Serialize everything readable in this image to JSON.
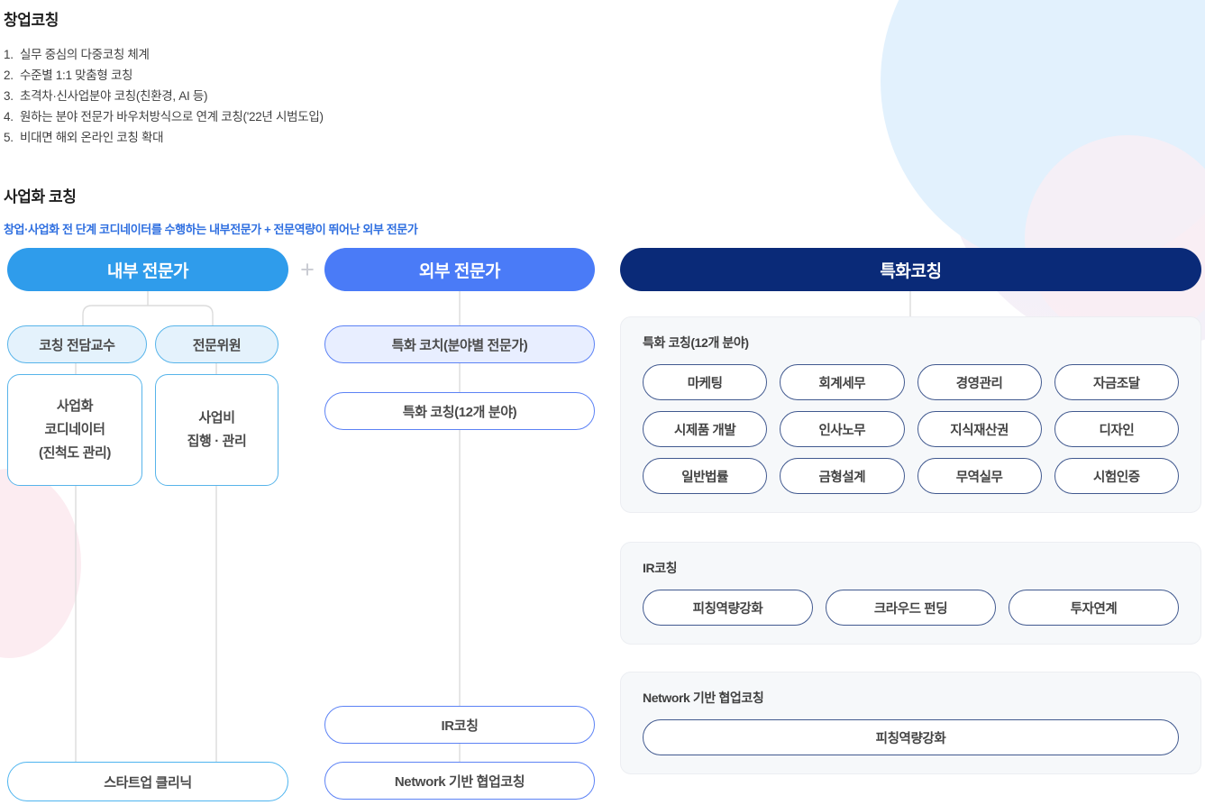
{
  "sections": {
    "startup_coaching": {
      "title": "창업코칭",
      "items": [
        {
          "num": "1.",
          "text": "실무 중심의 다중코칭 체계"
        },
        {
          "num": "2.",
          "text": "수준별 1:1 맞춤형 코칭"
        },
        {
          "num": "3.",
          "text": "초격차·신사업분야 코칭(친환경, AI 등)"
        },
        {
          "num": "4.",
          "text": "원하는 분야 전문가 바우처방식으로 연계 코칭('22년 시범도입)"
        },
        {
          "num": "5.",
          "text": "비대면 해외 온라인 코칭 확대"
        }
      ]
    },
    "commercialization_coaching": {
      "title": "사업화 코칭",
      "subtitle": "창업·사업화 전 단계 코디네이터를 수행하는 내부전문가 + 전문역량이 뛰어난 외부 전문가"
    }
  },
  "diagram": {
    "plus_symbol": "+",
    "internal": {
      "header": "내부 전문가",
      "nodes": [
        {
          "label": "코칭 전담교수"
        },
        {
          "label": "전문위원"
        },
        {
          "label": "사업화\n코디네이터\n(진척도 관리)",
          "lines": [
            "사업화",
            "코디네이터",
            "(진척도 관리)"
          ]
        },
        {
          "label": "사업비\n집행 · 관리",
          "lines": [
            "사업비",
            "집행 · 관리"
          ]
        }
      ],
      "bottom": "스타트업 클리닉"
    },
    "external": {
      "header": "외부 전문가",
      "nodes": [
        {
          "label": "특화 코치(분야별 전문가)"
        },
        {
          "label": "특화 코칭(12개 분야)"
        },
        {
          "label": "IR코칭"
        },
        {
          "label": "Network 기반 협업코칭"
        }
      ]
    },
    "specialized": {
      "header": "특화코칭",
      "cards": [
        {
          "title": "특화 코칭(12개 분야)",
          "rows": [
            [
              "마케팅",
              "회계세무",
              "경영관리",
              "자금조달"
            ],
            [
              "시제품 개발",
              "인사노무",
              "지식재산권",
              "디자인"
            ],
            [
              "일반법률",
              "금형설계",
              "무역실무",
              "시험인증"
            ]
          ]
        },
        {
          "title": "IR코칭",
          "rows": [
            [
              "피칭역량강화",
              "크라우드 펀딩",
              "투자연계"
            ]
          ]
        },
        {
          "title": "Network 기반 협업코칭",
          "rows": [
            [
              "피칭역량강화"
            ]
          ]
        }
      ]
    }
  },
  "colors": {
    "internal_header": "#2f9ceb",
    "external_header": "#4a7bf7",
    "specialized_header": "#0a2a78",
    "subtitle_blue": "#2f6fe0",
    "chip_border": "#41598f",
    "card_bg": "#f6f8fa",
    "connector": "#dcdcdc"
  }
}
